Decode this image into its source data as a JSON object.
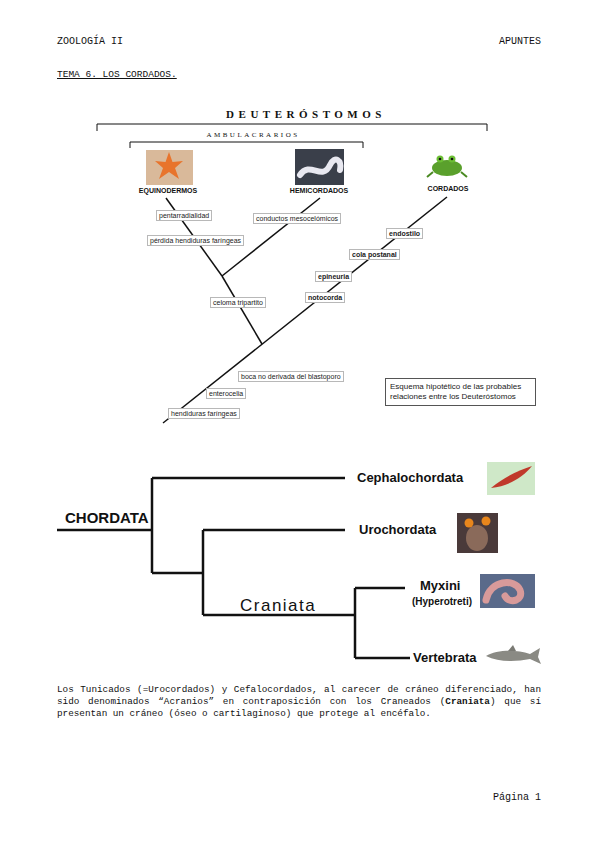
{
  "diagram": {
    "title": "TEMA 6. LOS CORDADOS.",
    "nodes": [
      {
        "text": [
          "pentarradialidad"
        ]
      },
      {
        "text": [
          "conductos mesocelómicos"
        ]
      },
      {
        "text": [
          "endostilo"
        ]
      },
      {
        "text": [
          "pérdida hendiduras faríngeas"
        ]
      },
      {
        "text": [
          "cola postanal"
        ]
      },
      {
        "text": [
          "epineuria"
        ]
      },
      {
        "text": [
          "notocorda"
        ]
      },
      {
        "text": [
          "celoma tripartito"
        ]
      },
      {
        "text": [
          "boca no derivada del blastoporo"
        ]
      },
      {
        "text": [
          "Esquema hipotético de las probables relaciones entre los Deuteróstomos"
        ]
      },
      {
        "text": [
          "enterocelia"
        ]
      },
      {
        "text": [
          "hendiduras faríngeas"
        ]
      }
    ],
    "labels": [
      "ZOOLOGÍA II",
      "APUNTES",
      "DEUTERÓSTOMOS",
      "AMBULACRARIOS",
      "EQUINODERMOS",
      "HEMICORDADOS",
      "CORDADOS",
      "CHORDATA",
      "Cephalochordata",
      "Urochordata",
      "Craniata",
      "Myxini",
      "(Hyperotreti)",
      "Vertebrata",
      "Los Tunicados (=Urocordados) y Cefalocordados, al carecer de cráneo diferenciado, han sido denominados “Acranios” en contraposición con los Craneados (Craniata) que sí presentan un cráneo (óseo o cartilaginoso) que protege al encéfalo.",
      "Página 1"
    ]
  }
}
